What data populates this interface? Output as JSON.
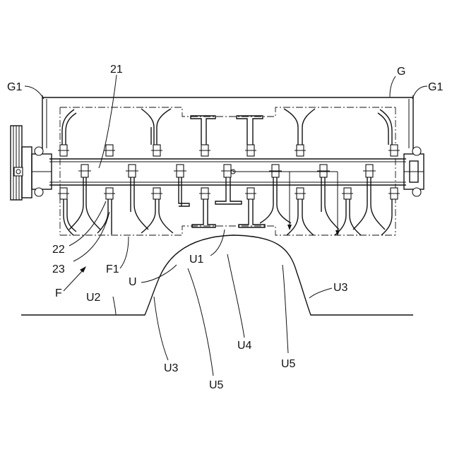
{
  "labels": {
    "l21": "21",
    "lG": "G",
    "lG1left": "G1",
    "lG1right": "G1",
    "l22": "22",
    "l23": "23",
    "lF": "F",
    "lF1": "F1",
    "lU": "U",
    "lU1": "U1",
    "lU2": "U2",
    "lU3left": "U3",
    "lU3right": "U3",
    "lU4": "U4",
    "lU5left": "U5",
    "lU5right": "U5"
  }
}
